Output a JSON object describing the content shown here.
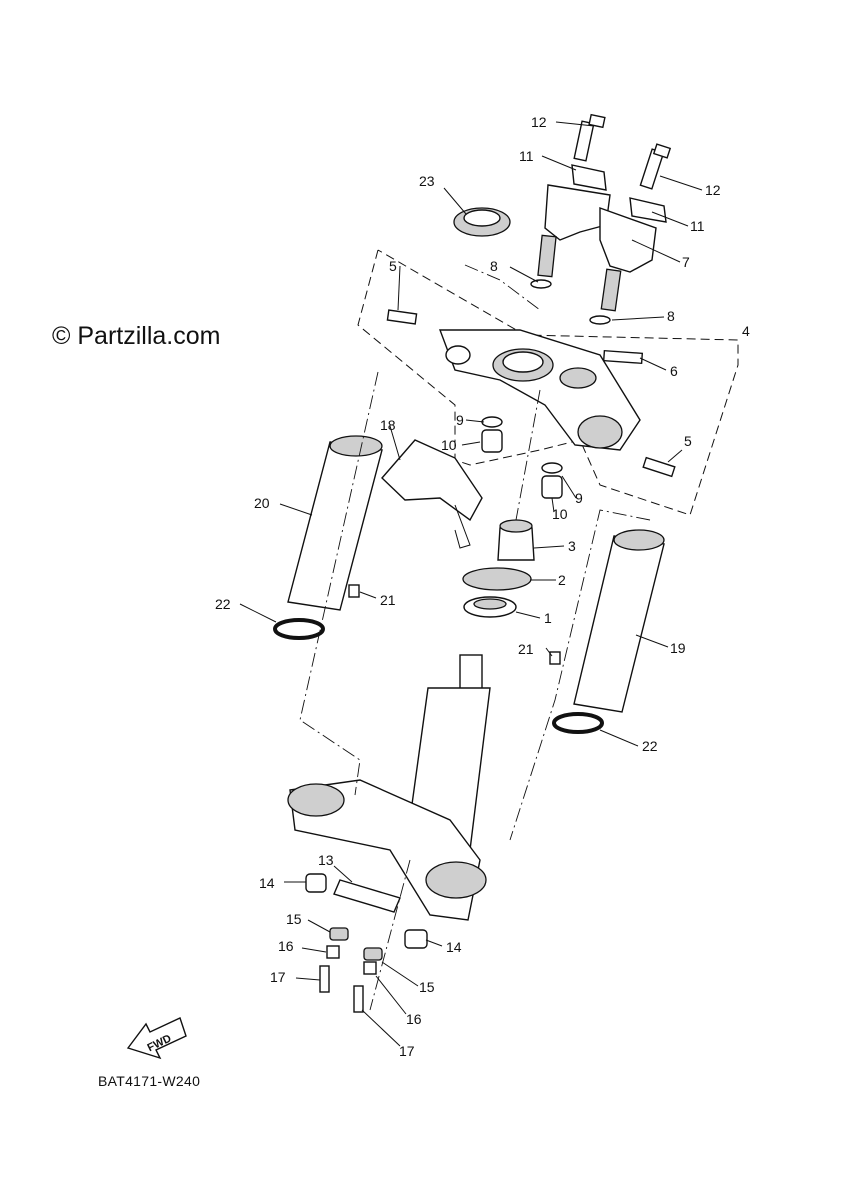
{
  "watermark": "© Partzilla.com",
  "drawing_code": "BAT4171-W240",
  "direction_arrow": "FWD",
  "callouts": {
    "c1": "1",
    "c2": "2",
    "c3": "3",
    "c4": "4",
    "c5a": "5",
    "c5b": "5",
    "c6": "6",
    "c7": "7",
    "c8a": "8",
    "c8b": "8",
    "c9a": "9",
    "c9b": "9",
    "c10a": "10",
    "c10b": "10",
    "c11a": "11",
    "c11b": "11",
    "c12a": "12",
    "c12b": "12",
    "c13": "13",
    "c14a": "14",
    "c14b": "14",
    "c15a": "15",
    "c15b": "15",
    "c16a": "16",
    "c16b": "16",
    "c17a": "17",
    "c17b": "17",
    "c18": "18",
    "c19": "19",
    "c20": "20",
    "c21a": "21",
    "c21b": "21",
    "c22a": "22",
    "c22b": "22",
    "c23": "23"
  }
}
